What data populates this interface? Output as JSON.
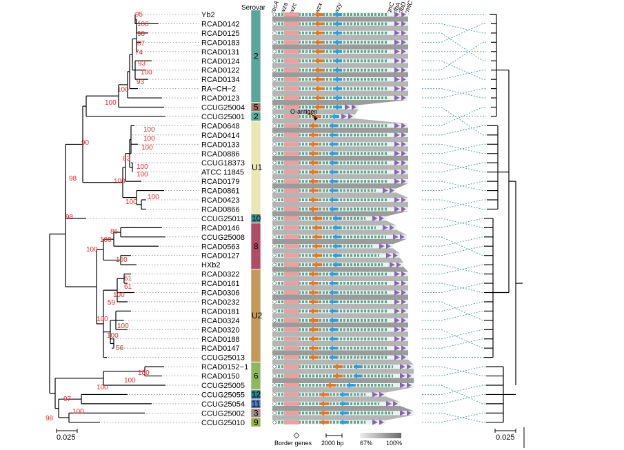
{
  "header": {
    "serovar_label": "Serovar",
    "gene_labels": [
      "recA",
      "wza",
      "wzc",
      "wzx",
      "wzy",
      "gnC",
      "rfbA",
      "rfbD",
      "rmlC"
    ]
  },
  "tips": [
    "Yb2",
    "RCAD0142",
    "RCAD0125",
    "RCAD0183",
    "RCAD0131",
    "RCAD0124",
    "RCAD0122",
    "RCAD0134",
    "RA−CH−2",
    "RCAD0123",
    "CCUG25004",
    "CCUG25001",
    "RCAD0648",
    "RCAD0414",
    "RCAD0133",
    "RCAD0886",
    "CCUG18373",
    "ATCC 11845",
    "RCAD0179",
    "RCAD0861",
    "RCAD0423",
    "RCAD0866",
    "CCUG25011",
    "RCAD0146",
    "CCUG25008",
    "RCAD0563",
    "RCAD0127",
    "HXb2",
    "RCAD0322",
    "RCAD0161",
    "RCAD0306",
    "RCAD0232",
    "RCAD0181",
    "RCAD0324",
    "RCAD0320",
    "RCAD0188",
    "RCAD0147",
    "CCUG25013",
    "RCAD0152−1",
    "RCAD0150",
    "CCUG25005",
    "CCUG25055",
    "CCUG25054",
    "CCUG25002",
    "CCUG25010"
  ],
  "serovars": [
    {
      "label": "2",
      "color": "#5aa69b"
    },
    {
      "label": "5",
      "color": "#a4766b"
    },
    {
      "label": "2",
      "color": "#5aa69b"
    },
    {
      "label": "U1",
      "color": "#e9e8b4"
    },
    {
      "label": "10",
      "color": "#3e8f8a"
    },
    {
      "label": "8",
      "color": "#b24c66"
    },
    {
      "label": "U2",
      "color": "#c39a5a"
    },
    {
      "label": "6",
      "color": "#8db85e"
    },
    {
      "label": "12",
      "color": "#2d7d8e"
    },
    {
      "label": "11",
      "color": "#5677c0"
    },
    {
      "label": "3",
      "color": "#a88d86"
    },
    {
      "label": "9",
      "color": "#99b04e"
    }
  ],
  "bootstrap": [
    "95",
    "100",
    "98",
    "87",
    "74",
    "93",
    "100",
    "93",
    "100",
    "100",
    "100",
    "100",
    "100",
    "83",
    "100",
    "100",
    "100",
    "100",
    "100",
    "90",
    "98",
    "98",
    "86",
    "100",
    "100",
    "100",
    "61",
    "61",
    "100",
    "59",
    "100",
    "100",
    "100",
    "56",
    "100",
    "100",
    "100",
    "97",
    "100",
    "98"
  ],
  "annotation": "O-antigen",
  "legend": {
    "border_genes": "Border genes",
    "scale": "2000 bp",
    "identity_low": "67%",
    "identity_high": "100%"
  },
  "scale_left": "0.025",
  "scale_right": "0.025",
  "colors": {
    "orange_gene": "#e8761e",
    "blue_gene": "#2ba0d8",
    "purple_gene": "#8b63b0",
    "pink_gene": "#e8a0a0",
    "tree_line": "#000000",
    "link_line": "#5aa0a0",
    "bootstrap": "#e8262b"
  }
}
